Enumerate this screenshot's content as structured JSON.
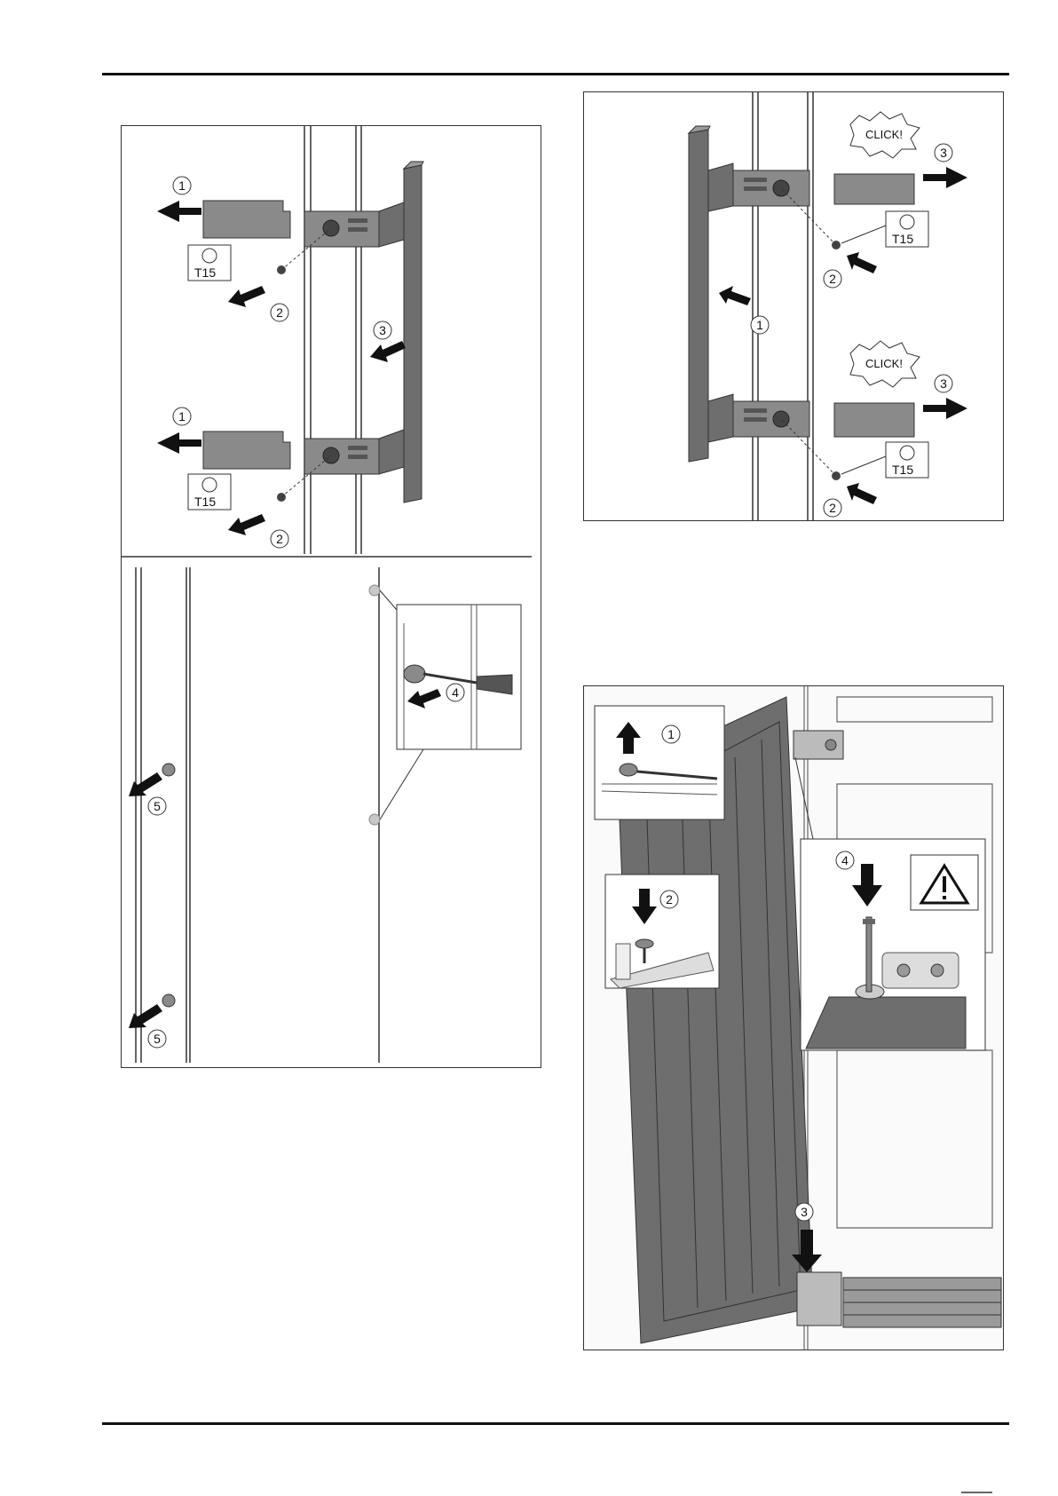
{
  "figure_a": {
    "callouts": [
      "1",
      "2",
      "3",
      "1",
      "2",
      "4",
      "5",
      "5"
    ],
    "tool_labels": [
      "T15",
      "T15"
    ]
  },
  "figure_b": {
    "callouts": [
      "1",
      "2",
      "3",
      "2",
      "3"
    ],
    "tool_labels": [
      "T15",
      "T15"
    ],
    "sound_labels": [
      "CLICK!",
      "CLICK!"
    ]
  },
  "figure_c": {
    "callouts": [
      "1",
      "2",
      "3",
      "4"
    ]
  },
  "colors": {
    "rule": "#111111",
    "part_fill": "#7a7a7a",
    "part_dark": "#555555",
    "line": "#333333"
  }
}
